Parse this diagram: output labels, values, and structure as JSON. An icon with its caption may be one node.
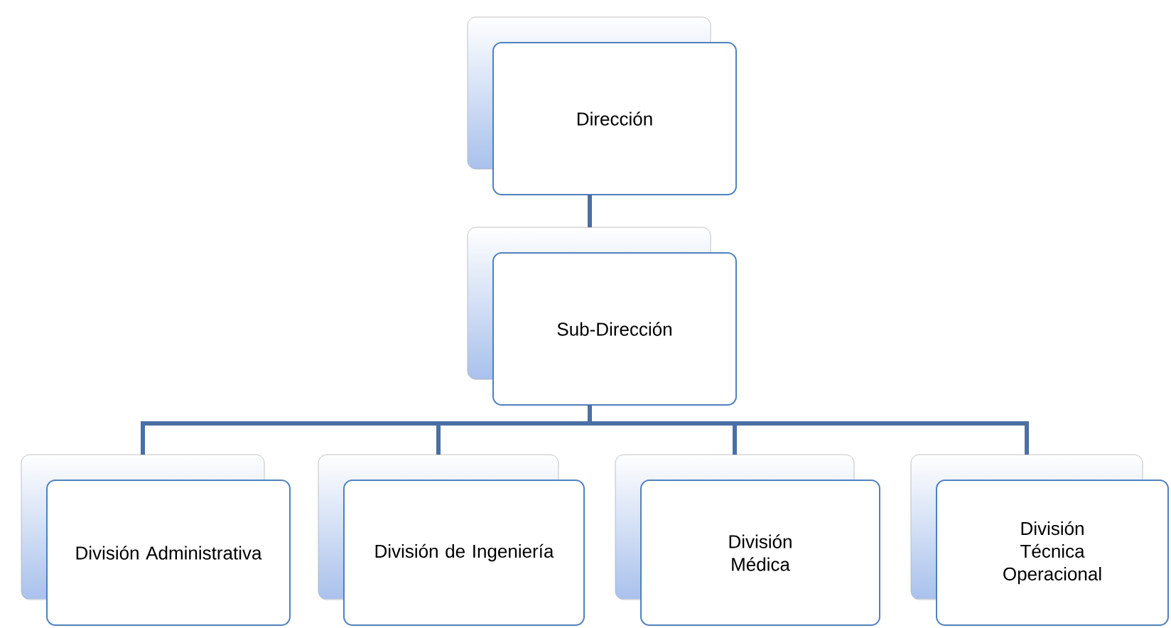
{
  "diagram": {
    "nodes": [
      {
        "text": [
          "Dirección"
        ]
      },
      {
        "text": [
          "Sub-Dirección"
        ]
      },
      {
        "text": [
          "División Administrativa"
        ]
      },
      {
        "text": [
          "División de Ingeniería"
        ]
      },
      {
        "text": [
          "División Médica"
        ]
      },
      {
        "text": [
          "División Técnica Operacional"
        ]
      }
    ],
    "edges": [
      {
        "from": 0,
        "to": 1,
        "arrow": "none"
      },
      {
        "from": 1,
        "to": 2,
        "arrow": "none"
      },
      {
        "from": 1,
        "to": 3,
        "arrow": "none"
      },
      {
        "from": 1,
        "to": 4,
        "arrow": "none"
      },
      {
        "from": 1,
        "to": 5,
        "arrow": "none"
      }
    ]
  }
}
